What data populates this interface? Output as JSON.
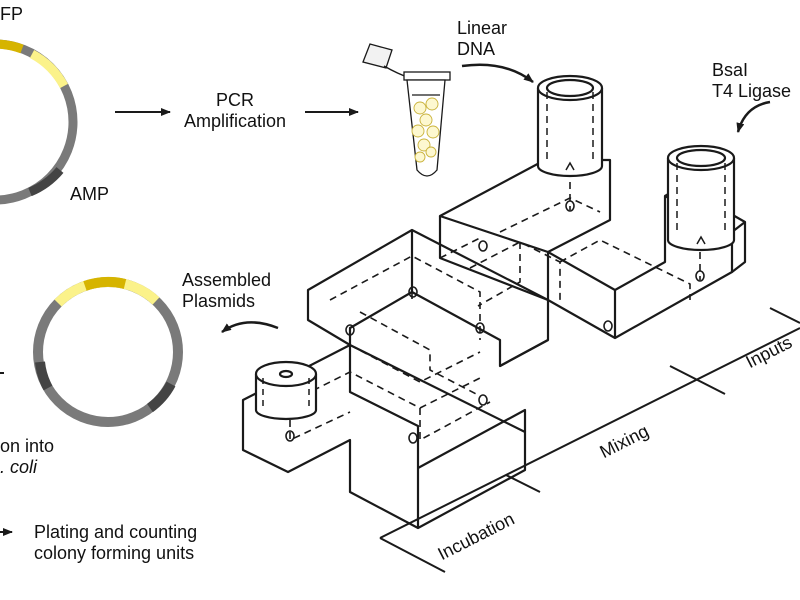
{
  "labels": {
    "gfp_partial": "FP",
    "amp": "AMP",
    "pcr_line1": "PCR",
    "pcr_line2": "Amplification",
    "linear_line1": "Linear",
    "linear_line2": "DNA",
    "bsai": "BsaI",
    "t4_ligase": "T4 Ligase",
    "assembled_line1": "Assembled",
    "assembled_line2": "Plasmids",
    "transformation_line1": "on into",
    "transformation_line2": ". coli",
    "plating_line1": "Plating and counting",
    "plating_line2": "colony forming units",
    "stage_inputs": "Inputs",
    "stage_mixing": "Mixing",
    "stage_incubation": "Incubation"
  },
  "colors": {
    "ink": "#1a1a1a",
    "plasmid_backbone": "#7a7a7a",
    "plasmid_dark": "#444444",
    "gfp_light": "#fbf28a",
    "gfp_dark": "#d6b400"
  }
}
